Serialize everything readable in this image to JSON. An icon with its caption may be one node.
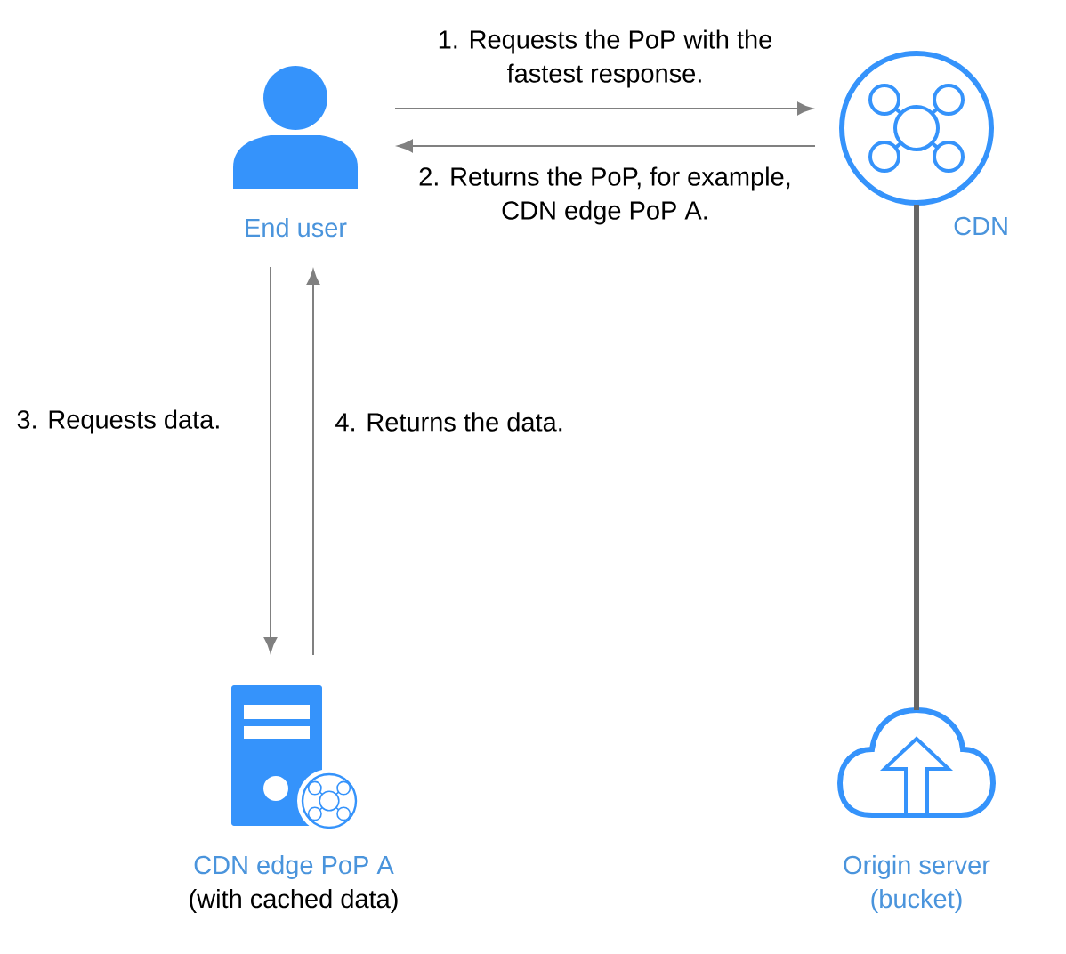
{
  "diagram": {
    "nodes": [
      {
        "text": [
          "End user"
        ]
      },
      {
        "text": [
          "CDN"
        ]
      },
      {
        "text": [
          "CDN edge PoP A",
          "(with cached data)"
        ]
      },
      {
        "text": [
          "Origin server (bucket)"
        ]
      }
    ],
    "edges": [
      {
        "from": 0,
        "to": 1,
        "arrow": "to",
        "label": "1. Requests the PoP with the fastest response."
      },
      {
        "from": 1,
        "to": 0,
        "arrow": "to",
        "label": "2. Returns the PoP, for example, CDN edge PoP A."
      },
      {
        "from": 0,
        "to": 2,
        "arrow": "to",
        "label": "3. Requests data."
      },
      {
        "from": 2,
        "to": 0,
        "arrow": "to",
        "label": "4. Returns the data."
      },
      {
        "from": 1,
        "to": 3,
        "arrow": "none",
        "style": "thick",
        "color": "#666666"
      }
    ]
  }
}
